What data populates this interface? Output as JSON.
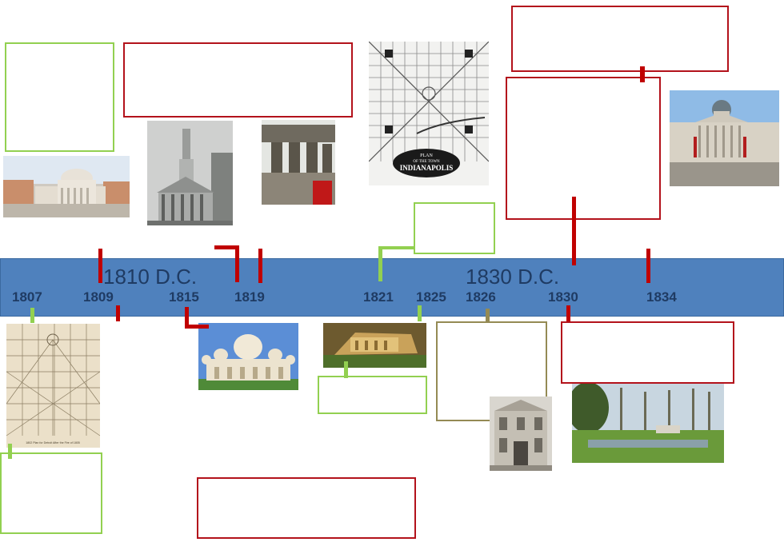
{
  "timeline": {
    "decades": [
      "1810 D.C.",
      "1830 D.C."
    ],
    "years": [
      "1807",
      "1809",
      "1815",
      "1819",
      "1821",
      "1825",
      "1826",
      "1830",
      "1834"
    ]
  },
  "map_text": {
    "plan_title_1": "PLAN",
    "plan_title_2": "OF THE TOWN",
    "plan_title_3": "INDIANAPOLIS",
    "dc_caption": "1802 Plan for Detroit After the Fire of 1805"
  },
  "colors": {
    "band": "#4f81bd",
    "text": "#1f3b63",
    "red": "#c00000",
    "green": "#92d050",
    "olive": "#948a54"
  }
}
